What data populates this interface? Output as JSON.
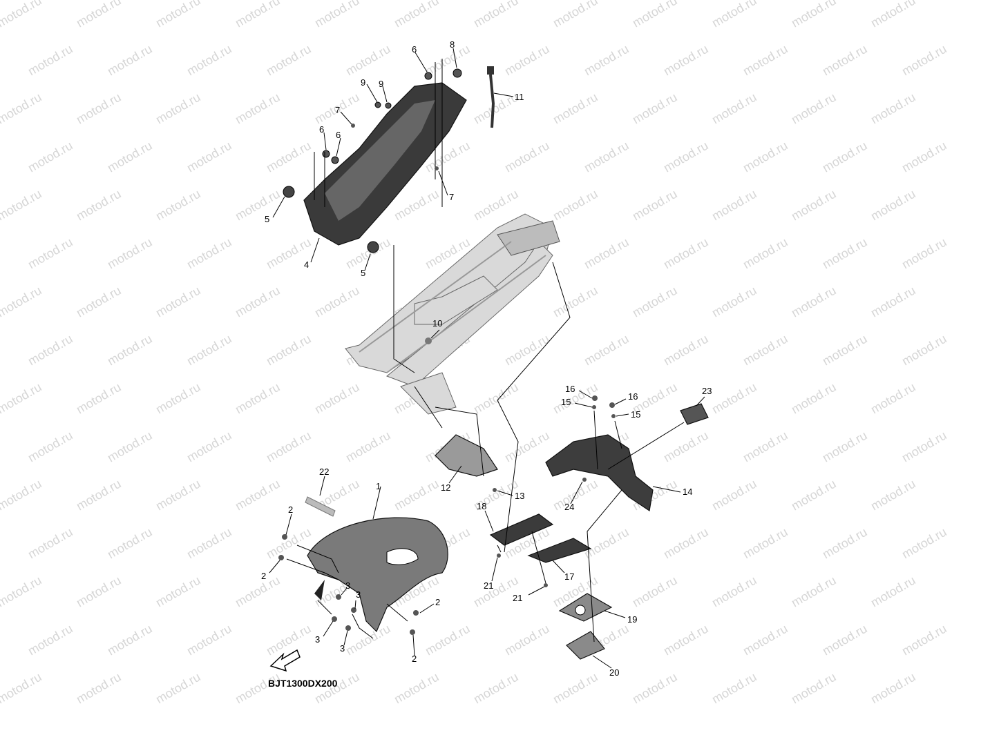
{
  "watermark": "motod.ru",
  "diagram_code": "BJT1300DX200",
  "callouts": [
    {
      "id": "c1",
      "label": "1"
    },
    {
      "id": "c2a",
      "label": "2"
    },
    {
      "id": "c2b",
      "label": "2"
    },
    {
      "id": "c2c",
      "label": "2"
    },
    {
      "id": "c2d",
      "label": "2"
    },
    {
      "id": "c3a",
      "label": "3"
    },
    {
      "id": "c3b",
      "label": "3"
    },
    {
      "id": "c3c",
      "label": "3"
    },
    {
      "id": "c3d",
      "label": "3"
    },
    {
      "id": "c4",
      "label": "4"
    },
    {
      "id": "c5a",
      "label": "5"
    },
    {
      "id": "c5b",
      "label": "5"
    },
    {
      "id": "c6a",
      "label": "6"
    },
    {
      "id": "c6b",
      "label": "6"
    },
    {
      "id": "c6c",
      "label": "6"
    },
    {
      "id": "c7a",
      "label": "7"
    },
    {
      "id": "c7b",
      "label": "7"
    },
    {
      "id": "c8",
      "label": "8"
    },
    {
      "id": "c9a",
      "label": "9"
    },
    {
      "id": "c9b",
      "label": "9"
    },
    {
      "id": "c10",
      "label": "10"
    },
    {
      "id": "c11",
      "label": "11"
    },
    {
      "id": "c12",
      "label": "12"
    },
    {
      "id": "c13",
      "label": "13"
    },
    {
      "id": "c14",
      "label": "14"
    },
    {
      "id": "c15a",
      "label": "15"
    },
    {
      "id": "c15b",
      "label": "15"
    },
    {
      "id": "c16a",
      "label": "16"
    },
    {
      "id": "c16b",
      "label": "16"
    },
    {
      "id": "c17",
      "label": "17"
    },
    {
      "id": "c18",
      "label": "18"
    },
    {
      "id": "c19",
      "label": "19"
    },
    {
      "id": "c20",
      "label": "20"
    },
    {
      "id": "c21a",
      "label": "21"
    },
    {
      "id": "c21b",
      "label": "21"
    },
    {
      "id": "c22",
      "label": "22"
    },
    {
      "id": "c23",
      "label": "23"
    },
    {
      "id": "c24",
      "label": "24"
    }
  ]
}
